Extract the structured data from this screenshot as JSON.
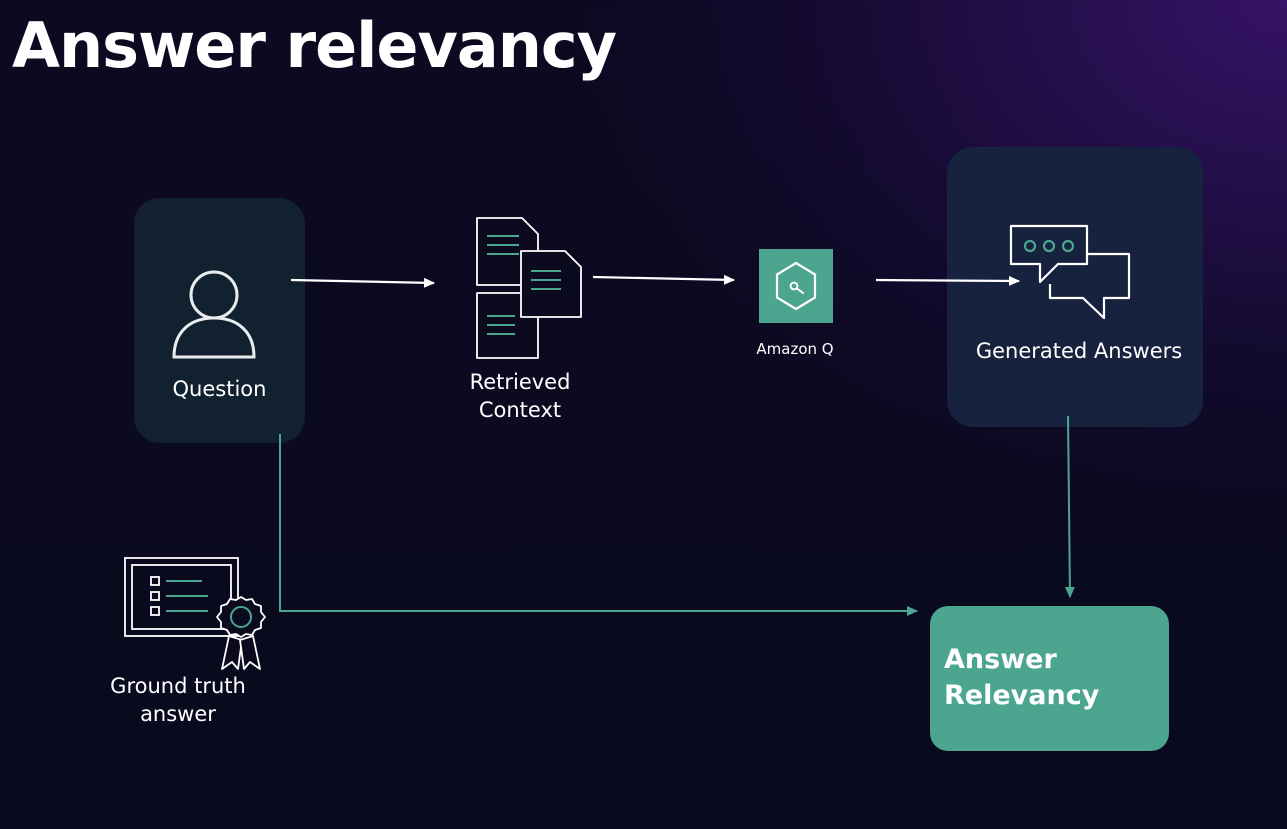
{
  "title": "Answer relevancy",
  "nodes": {
    "question": {
      "label": "Question",
      "icon": "user-icon"
    },
    "retrieved_context": {
      "label_line1": "Retrieved",
      "label_line2": "Context",
      "icon": "documents-icon"
    },
    "amazon_q": {
      "label": "Amazon Q",
      "icon": "amazon-q-icon"
    },
    "generated_answers": {
      "label": "Generated Answers",
      "icon": "chat-bubbles-icon"
    },
    "ground_truth": {
      "label_line1": "Ground truth",
      "label_line2": "answer",
      "icon": "certificate-icon"
    },
    "answer_relevancy": {
      "label_line1": "Answer",
      "label_line2": "Relevancy"
    }
  },
  "colors": {
    "accent": "#4ba58f",
    "card": "#152238",
    "background": "#0b0a1f",
    "arrow": "#ffffff",
    "connector": "#4ba58f"
  }
}
